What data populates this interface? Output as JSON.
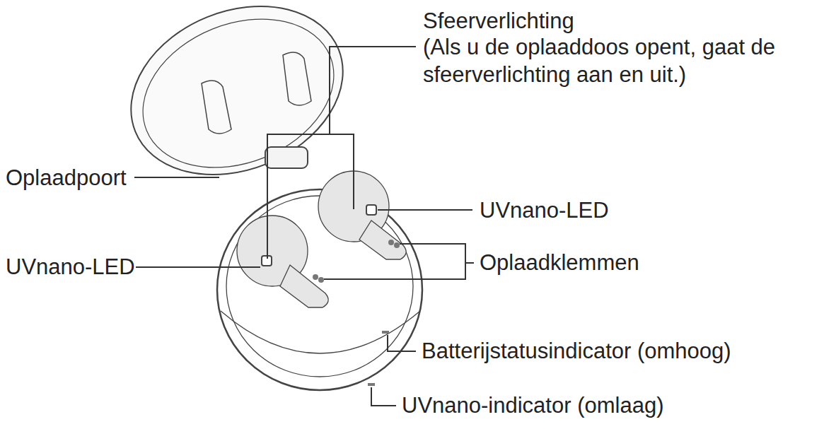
{
  "diagram": {
    "labels": [
      "Sfeerverlichting",
      "(Als u de oplaaddoos opent, gaat de sfeerverlichting aan en uit.)",
      "Oplaadpoort",
      "UVnano-LED",
      "UVnano-LED",
      "Oplaadklemmen",
      "Batterijstatusindicator (omhoog)",
      "UVnano-indicator (omlaag)"
    ]
  }
}
